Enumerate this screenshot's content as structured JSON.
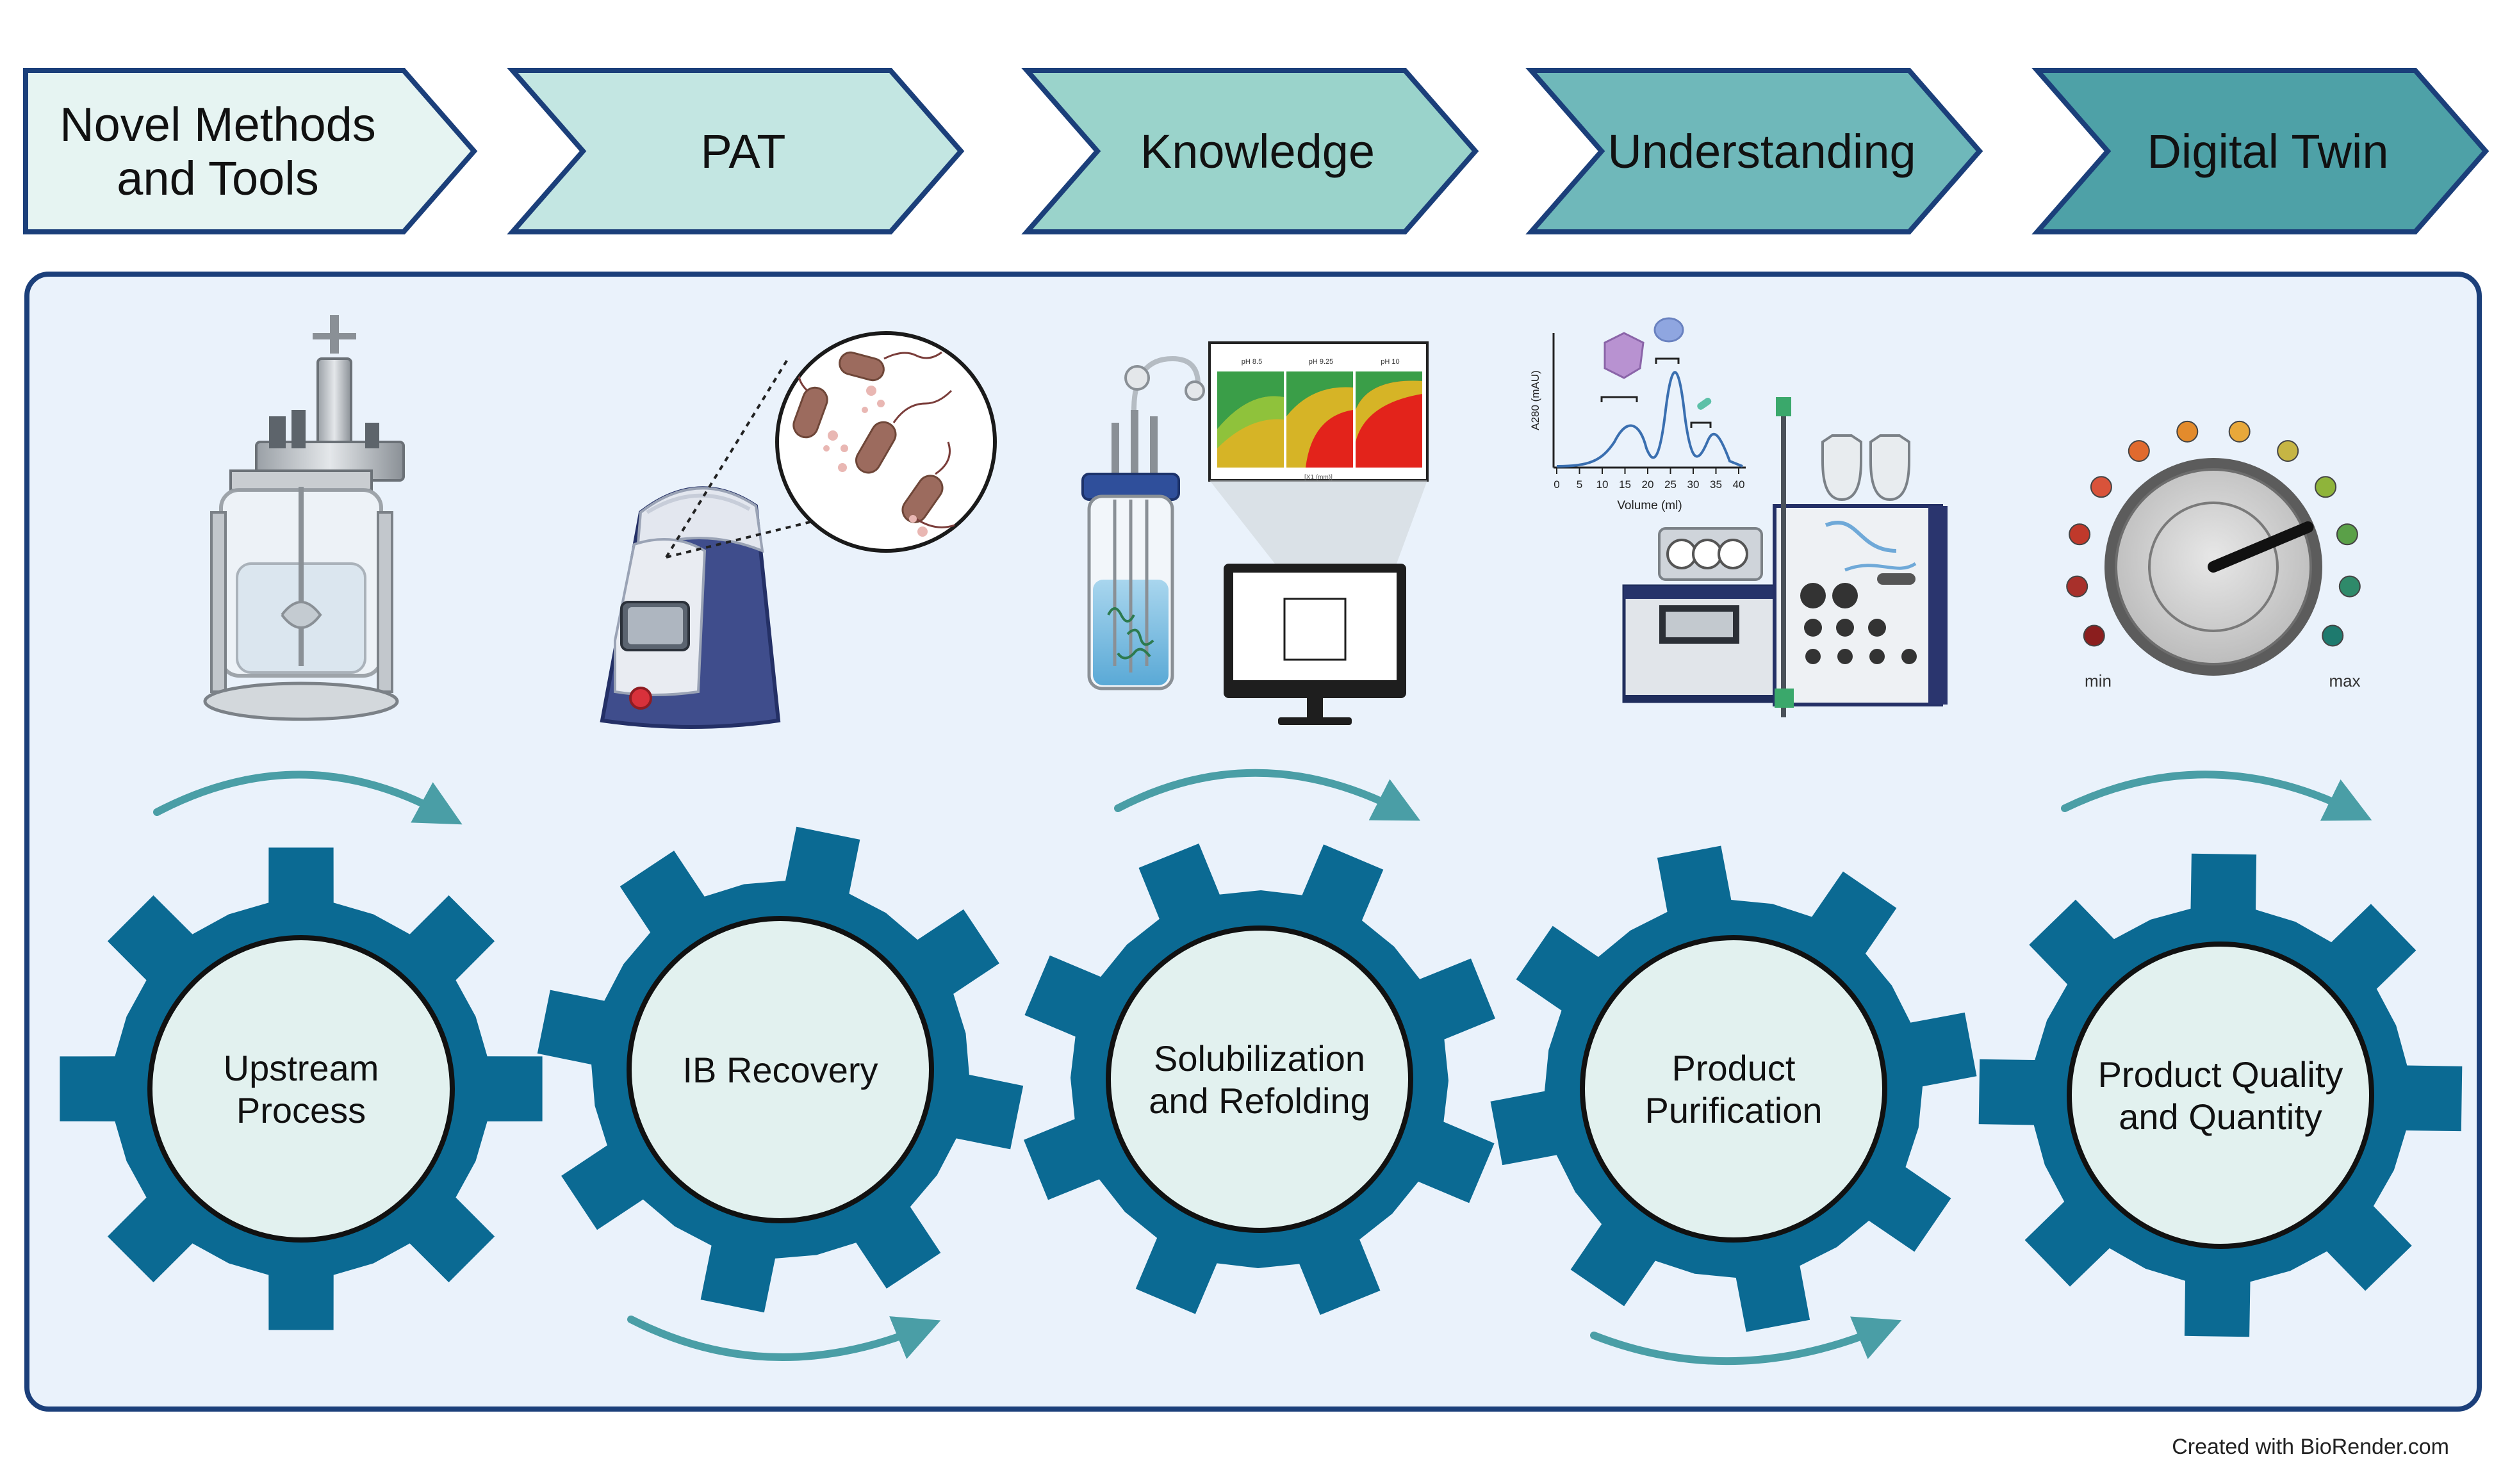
{
  "header_steps": [
    {
      "lines": [
        "Novel Methods",
        "and Tools"
      ],
      "fill": "#e6f4f2"
    },
    {
      "lines": [
        "PAT"
      ],
      "fill": "#c3e6e2"
    },
    {
      "lines": [
        "Knowledge"
      ],
      "fill": "#9ad3cb"
    },
    {
      "lines": [
        "Understanding"
      ],
      "fill": "#6fb8ba"
    },
    {
      "lines": [
        "Digital Twin"
      ],
      "fill": "#4ea1a7"
    }
  ],
  "gears": [
    {
      "lines": [
        "Upstream",
        "Process"
      ]
    },
    {
      "lines": [
        "IB Recovery"
      ]
    },
    {
      "lines": [
        "Solubilization",
        "and Refolding"
      ]
    },
    {
      "lines": [
        "Product",
        "Purification"
      ]
    },
    {
      "lines": [
        "Product Quality",
        "and Quantity"
      ]
    }
  ],
  "colors": {
    "border_dark": "#1b3f7a",
    "panel_fill": "#eaf2fb",
    "gear_blue": "#0b6a93",
    "gear_center": "#e2f1ef",
    "flow_arrow": "#4a9ea6"
  },
  "icons": [
    "bioreactor-icon",
    "homogenizer-icon",
    "bacteria-magnified-icon",
    "stirred-vessel-icon",
    "contour-plot-icon",
    "monitor-icon",
    "chromatogram-icon",
    "chromatography-system-icon",
    "control-dial-icon"
  ],
  "chromatogram": {
    "ylabel": "A280 (mAU)",
    "xlabel": "Volume (ml)",
    "xticks": [
      "0",
      "5",
      "10",
      "15",
      "20",
      "25",
      "30",
      "35",
      "40"
    ]
  },
  "contour_plot": {
    "panels": [
      "pH 8.5",
      "pH 9.25",
      "pH 10"
    ],
    "xlabel": "[X1 (mm)]"
  },
  "dial": {
    "min_label": "min",
    "max_label": "max",
    "level": 0.78
  },
  "credit": "Created with BioRender.com"
}
